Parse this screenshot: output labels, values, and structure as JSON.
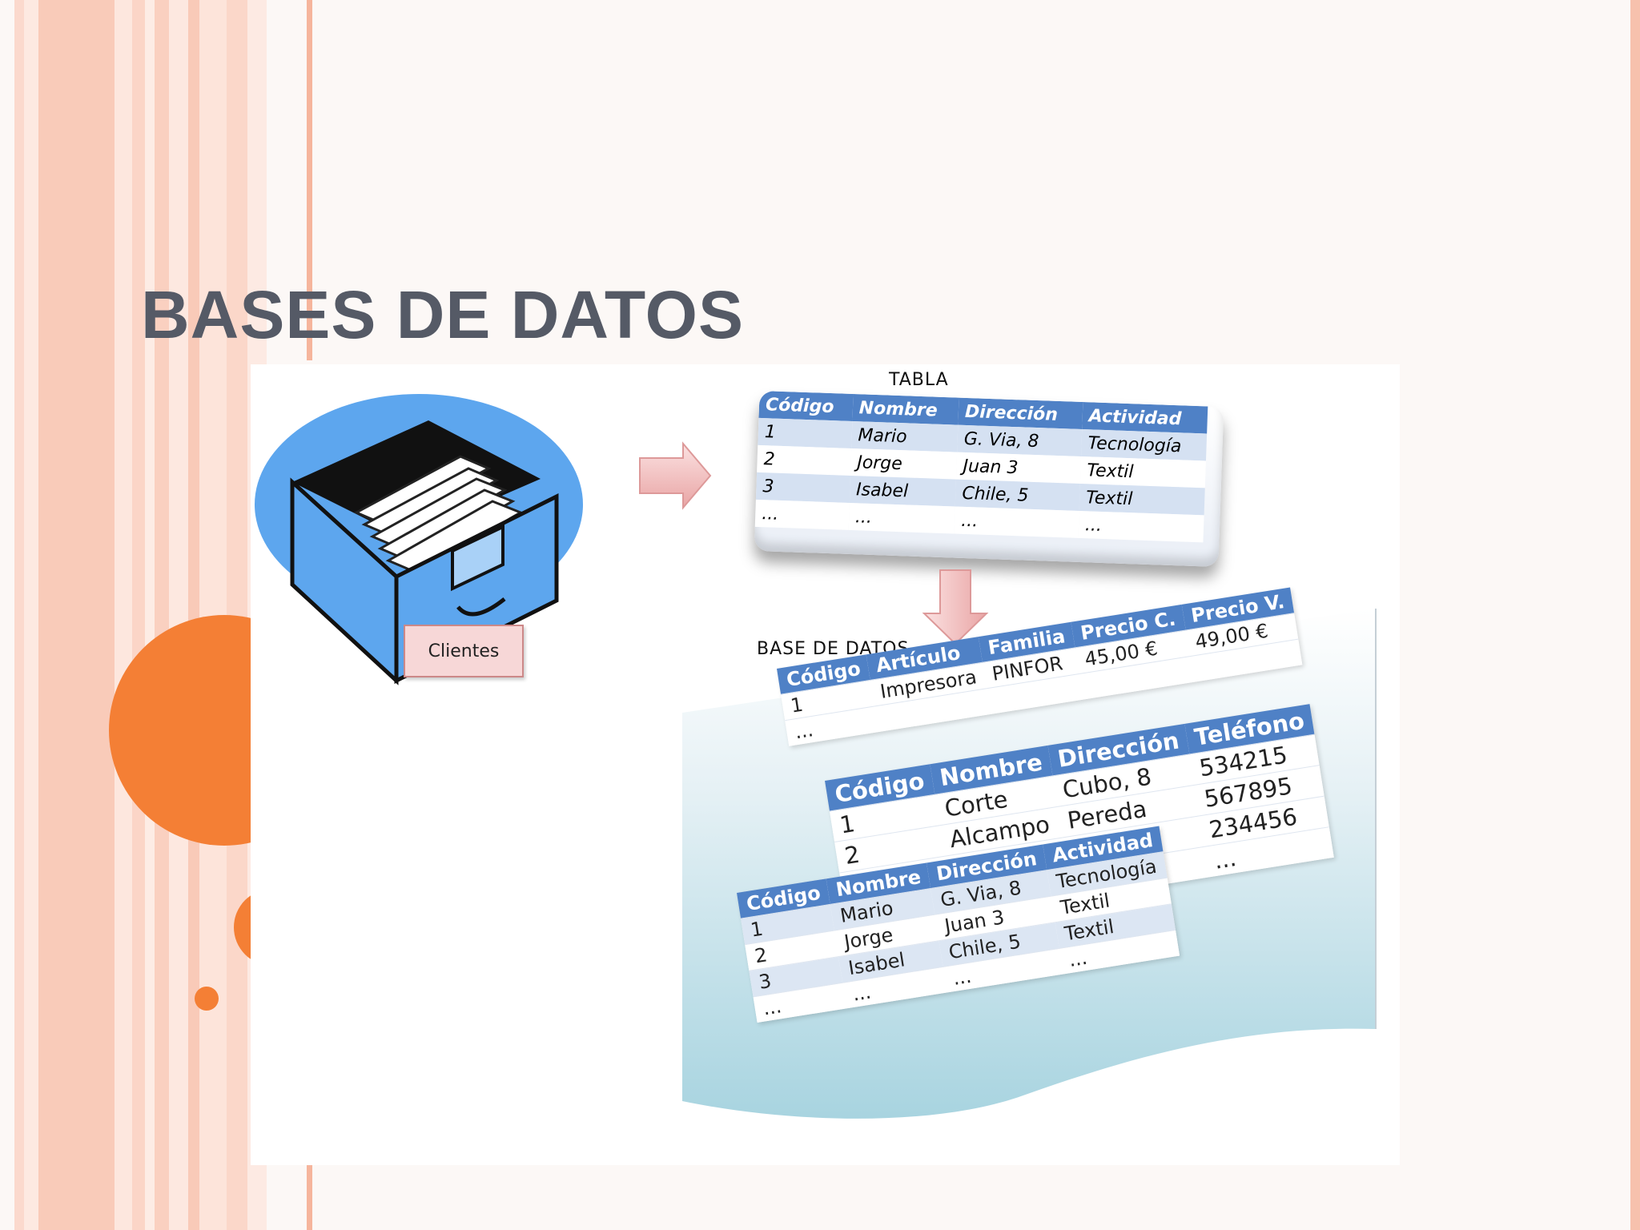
{
  "slide": {
    "title": "BASES DE DATOS"
  },
  "colors": {
    "title": "#555a66",
    "accent_orange": "#f47f35",
    "stripe_pink": "#f9c9b8",
    "table_header": "#4f81c6",
    "table_row_alt": "#d5e1f2",
    "cabinet_blue": "#5da6ee"
  },
  "diagram": {
    "cabinet_label": "Clientes",
    "tabla_label": "TABLA",
    "base_label": "BASE DE DATOS",
    "tabla": {
      "headers": [
        "Código",
        "Nombre",
        "Dirección",
        "Actividad"
      ],
      "rows": [
        [
          "1",
          "Mario",
          "G. Via, 8",
          "Tecnología"
        ],
        [
          "2",
          "Jorge",
          "Juan 3",
          "Textil"
        ],
        [
          "3",
          "Isabel",
          "Chile, 5",
          "Textil"
        ],
        [
          "...",
          "...",
          "...",
          "..."
        ]
      ]
    },
    "articulos": {
      "headers": [
        "Código",
        "Artículo",
        "Familia",
        "Precio C.",
        "Precio V."
      ],
      "rows": [
        [
          "1",
          "Impresora",
          "PINFOR",
          "45,00 €",
          "49,00 €"
        ],
        [
          "...",
          "",
          "",
          "",
          ""
        ]
      ]
    },
    "proveedores": {
      "headers": [
        "Código",
        "Nombre",
        "Dirección",
        "Teléfono"
      ],
      "rows": [
        [
          "1",
          "Corte",
          "Cubo, 8",
          "534215"
        ],
        [
          "2",
          "Alcampo",
          "Pereda",
          "567895"
        ],
        [
          "",
          "",
          "",
          "234456"
        ],
        [
          "",
          "",
          "",
          "..."
        ]
      ]
    },
    "clientes": {
      "headers": [
        "Código",
        "Nombre",
        "Dirección",
        "Actividad"
      ],
      "rows": [
        [
          "1",
          "Mario",
          "G. Via, 8",
          "Tecnología"
        ],
        [
          "2",
          "Jorge",
          "Juan 3",
          "Textil"
        ],
        [
          "3",
          "Isabel",
          "Chile, 5",
          "Textil"
        ],
        [
          "...",
          "...",
          "...",
          "..."
        ]
      ]
    }
  }
}
